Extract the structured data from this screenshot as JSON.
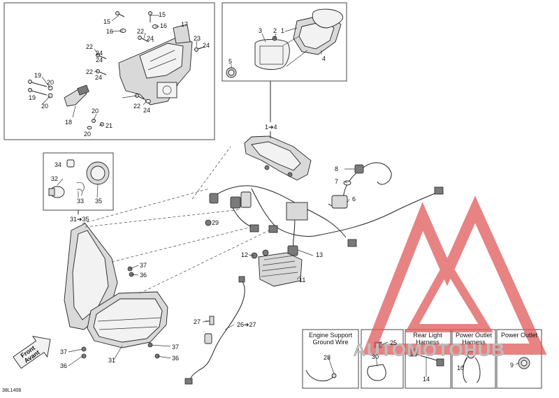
{
  "callouts": {
    "c1": "15",
    "c2": "15",
    "c3": "16",
    "c4": "16",
    "c5": "17",
    "c6": "22",
    "c7": "24",
    "c8": "23",
    "c9": "24",
    "c10": "22",
    "c11": "24",
    "c12": "22",
    "c13": "24",
    "c14": "24",
    "c15": "19",
    "c16": "19",
    "c17": "20",
    "c18": "20",
    "c19": "18",
    "c20": "20",
    "c21": "21",
    "c22": "20",
    "c23": "22",
    "c24": "24",
    "c25": "3",
    "c26": "2",
    "c27": "1",
    "c28": "4",
    "c29": "5",
    "c30": "1➔4",
    "c31": "34",
    "c32": "32",
    "c33": "33",
    "c34": "35",
    "c35": "31➔35",
    "c36": "8",
    "c37": "7",
    "c38": "6",
    "c39": "29",
    "c40": "12",
    "c41": "13",
    "c42": "11",
    "c43": "37",
    "c44": "36",
    "c45": "37",
    "c46": "36",
    "c47": "37",
    "c48": "36",
    "c49": "31",
    "c50": "27",
    "c51": "26➔27",
    "c52": "25",
    "c53": "28",
    "c54": "30",
    "c55": "14",
    "c56": "10",
    "c57": "9"
  },
  "insets": {
    "engine_support": "Engine Support\nGround Wire",
    "engine_support_l1": "Engine Support",
    "engine_support_l2": "Ground Wire",
    "rear_light_l1": "Rear Light",
    "rear_light_l2": "Harness",
    "power_outlet_harness_l1": "Power Outlet",
    "power_outlet_harness_l2": "Harness",
    "power_outlet_l1": "Power Outlet"
  },
  "front_label": {
    "l1": "Front",
    "l2": "Avant"
  },
  "reference_code": "38L1408",
  "watermark": {
    "brand": "AUTOMOTOHUB",
    "logo_color": "#e05a5a",
    "text_color": "#bdbdbd"
  }
}
